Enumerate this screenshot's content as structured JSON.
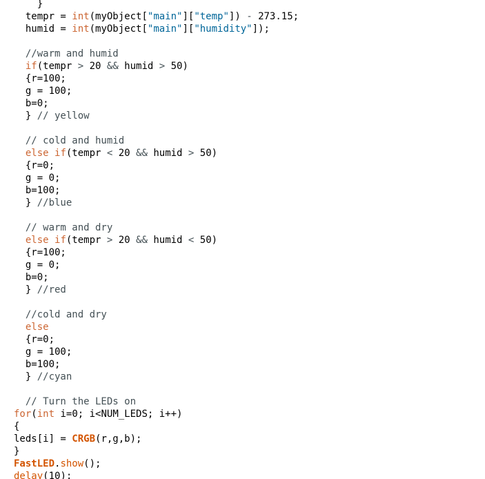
{
  "editor": {
    "colors": {
      "background": "#ffffff",
      "text": "#000000",
      "keyword": "#cc6633",
      "type": "#cc6633",
      "string": "#006699",
      "comment": "#434f54",
      "operator": "#434f54",
      "function": "#d35400",
      "method": "#d35400"
    },
    "lines": [
      [
        [
          "text",
          "    }"
        ]
      ],
      [
        [
          "text",
          "  tempr = "
        ],
        [
          "type",
          "int"
        ],
        [
          "text",
          "(myObject["
        ],
        [
          "str",
          "\"main\""
        ],
        [
          "text",
          "]["
        ],
        [
          "str",
          "\"temp\""
        ],
        [
          "text",
          "]) "
        ],
        [
          "op",
          "-"
        ],
        [
          "text",
          " 273.15;"
        ]
      ],
      [
        [
          "text",
          "  humid = "
        ],
        [
          "type",
          "int"
        ],
        [
          "text",
          "(myObject["
        ],
        [
          "str",
          "\"main\""
        ],
        [
          "text",
          "]["
        ],
        [
          "str",
          "\"humidity\""
        ],
        [
          "text",
          "]);"
        ]
      ],
      [],
      [
        [
          "cm",
          "  //warm and humid"
        ]
      ],
      [
        [
          "text",
          "  "
        ],
        [
          "kw",
          "if"
        ],
        [
          "text",
          "(tempr "
        ],
        [
          "op",
          ">"
        ],
        [
          "text",
          " 20 "
        ],
        [
          "op",
          "&&"
        ],
        [
          "text",
          " humid "
        ],
        [
          "op",
          ">"
        ],
        [
          "text",
          " 50)"
        ]
      ],
      [
        [
          "text",
          "  {r=100;"
        ]
      ],
      [
        [
          "text",
          "  g = 100;"
        ]
      ],
      [
        [
          "text",
          "  b=0;"
        ]
      ],
      [
        [
          "text",
          "  } "
        ],
        [
          "cm",
          "// yellow"
        ]
      ],
      [],
      [
        [
          "cm",
          "  // cold and humid"
        ]
      ],
      [
        [
          "text",
          "  "
        ],
        [
          "kw",
          "else"
        ],
        [
          "text",
          " "
        ],
        [
          "kw",
          "if"
        ],
        [
          "text",
          "(tempr "
        ],
        [
          "op",
          "<"
        ],
        [
          "text",
          " 20 "
        ],
        [
          "op",
          "&&"
        ],
        [
          "text",
          " humid "
        ],
        [
          "op",
          ">"
        ],
        [
          "text",
          " 50)"
        ]
      ],
      [
        [
          "text",
          "  {r=0;"
        ]
      ],
      [
        [
          "text",
          "  g = 0;"
        ]
      ],
      [
        [
          "text",
          "  b=100;"
        ]
      ],
      [
        [
          "text",
          "  } "
        ],
        [
          "cm",
          "//blue"
        ]
      ],
      [],
      [
        [
          "cm",
          "  // warm and dry"
        ]
      ],
      [
        [
          "text",
          "  "
        ],
        [
          "kw",
          "else"
        ],
        [
          "text",
          " "
        ],
        [
          "kw",
          "if"
        ],
        [
          "text",
          "(tempr "
        ],
        [
          "op",
          ">"
        ],
        [
          "text",
          " 20 "
        ],
        [
          "op",
          "&&"
        ],
        [
          "text",
          " humid "
        ],
        [
          "op",
          "<"
        ],
        [
          "text",
          " 50)"
        ]
      ],
      [
        [
          "text",
          "  {r=100;"
        ]
      ],
      [
        [
          "text",
          "  g = 0;"
        ]
      ],
      [
        [
          "text",
          "  b=0;"
        ]
      ],
      [
        [
          "text",
          "  } "
        ],
        [
          "cm",
          "//red"
        ]
      ],
      [],
      [
        [
          "cm",
          "  //cold and dry"
        ]
      ],
      [
        [
          "text",
          "  "
        ],
        [
          "kw",
          "else"
        ]
      ],
      [
        [
          "text",
          "  {r=0;"
        ]
      ],
      [
        [
          "text",
          "  g = 100;"
        ]
      ],
      [
        [
          "text",
          "  b=100;"
        ]
      ],
      [
        [
          "text",
          "  } "
        ],
        [
          "cm",
          "//cyan"
        ]
      ],
      [],
      [
        [
          "cm",
          "  // Turn the LEDs on"
        ]
      ],
      [
        [
          "kw",
          "for"
        ],
        [
          "text",
          "("
        ],
        [
          "type",
          "int"
        ],
        [
          "text",
          " i=0; i<NUM_LEDS; i++)"
        ]
      ],
      [
        [
          "text",
          "{"
        ]
      ],
      [
        [
          "text",
          "leds[i] = "
        ],
        [
          "fn",
          "CRGB"
        ],
        [
          "text",
          "(r,g,b);"
        ]
      ],
      [
        [
          "text",
          "}"
        ]
      ],
      [
        [
          "fn",
          "FastLED"
        ],
        [
          "text",
          "."
        ],
        [
          "method",
          "show"
        ],
        [
          "text",
          "();"
        ]
      ],
      [
        [
          "method",
          "delay"
        ],
        [
          "text",
          "(10);"
        ]
      ]
    ]
  }
}
